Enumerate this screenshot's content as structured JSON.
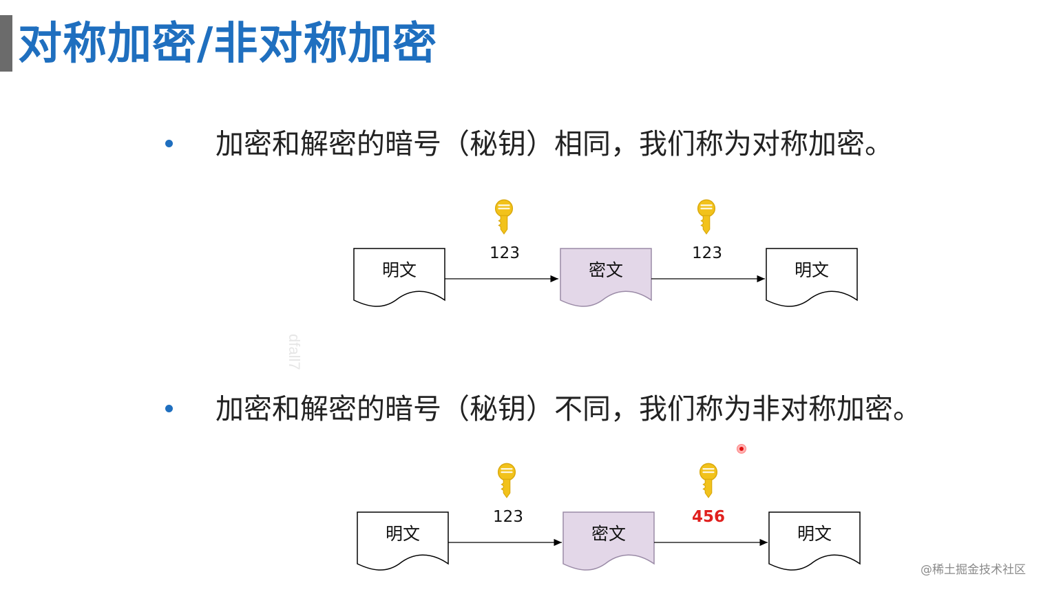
{
  "title": "对称加密/非对称加密",
  "bullets": [
    "加密和解密的暗号（秘钥）相同，我们称为对称加密。",
    "加密和解密的暗号（秘钥）不同，我们称为非对称加密。"
  ],
  "diagrams": [
    {
      "plaintext_left": "明文",
      "ciphertext": "密文",
      "plaintext_right": "明文",
      "key_left": "123",
      "key_right": "123"
    },
    {
      "plaintext_left": "明文",
      "ciphertext": "密文",
      "plaintext_right": "明文",
      "key_left": "123",
      "key_right": "456"
    }
  ],
  "watermark": "dfall7",
  "footer": "@稀土掘金技术社区",
  "colors": {
    "title": "#1f6fbf",
    "ciphertext_fill": "#e3d7e8",
    "key": "#f2c21b",
    "key_right_2": "#e0201e"
  }
}
